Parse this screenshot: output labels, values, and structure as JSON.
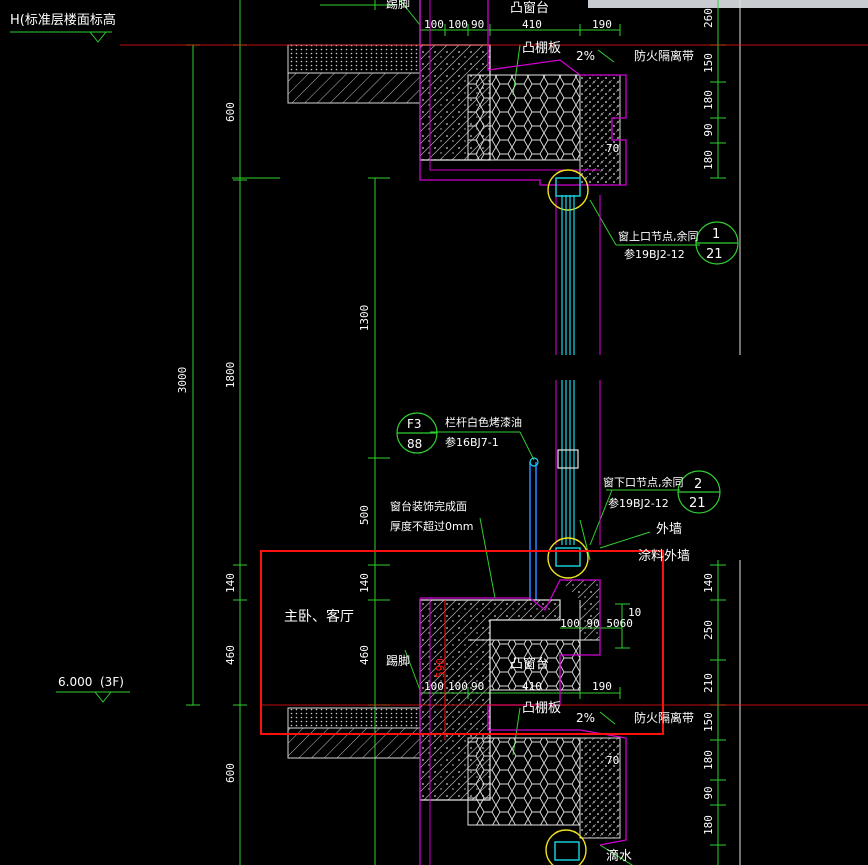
{
  "colors": {
    "bg": "#000000",
    "dim_green": "#2fd02f",
    "wall_white": "#e6e6e6",
    "magenta": "#d000d0",
    "cyan": "#18d8e8",
    "red": "#ff1010",
    "yellow": "#f0e020",
    "label_white": "#ffffff"
  },
  "level_labels": {
    "std_floor": "H(标准层楼面标高",
    "floor_3f_elev": "6.000",
    "floor_3f_tag": "(3F)"
  },
  "dims": {
    "total": "3000",
    "left_600_top": "600",
    "left_1800": "1800",
    "left_140": "140",
    "left_460": "460",
    "left_600_bot": "600",
    "mid_1300": "1300",
    "mid_500": "500",
    "mid_140": "140",
    "mid_460": "460",
    "right": [
      "260",
      "150",
      "180",
      "90",
      "180",
      "140",
      "250",
      "210",
      "150",
      "180",
      "90",
      "180"
    ],
    "top_410": "410",
    "top_190": "190",
    "top_100a": "100",
    "top_100b": "100",
    "top_90": "90",
    "top_70": "70",
    "bot_410": "410",
    "bot_190": "190",
    "bot_100a": "100",
    "bot_100b": "100",
    "bot_90": "90",
    "bot_70": "70",
    "sill_row": "100 90 5060",
    "sill_10": "10",
    "red_590": "590"
  },
  "annotations": {
    "tufentai_top": "凸窗台",
    "tuwding_top": "凸棚板",
    "slope_top": "2%",
    "fire_top": "防火隔离带",
    "jiao_top": "踢脚",
    "window_top_note": "窗上口节点,余同",
    "window_top_ref": "参19BJ2-12",
    "circle1_num": "1",
    "circle1_sheet": "21",
    "railing_note": "栏杆白色烤漆油",
    "railing_ref": "参16BJ7-1",
    "circle_f_num": "F3",
    "circle_f_sheet": "88",
    "window_bot_note": "窗下口节点,余同",
    "window_bot_ref": "参19BJ2-12",
    "circle2_num": "2",
    "circle2_sheet": "21",
    "outer_wall": "外墙",
    "paint_wall": "涂料外墙",
    "sill_note_1": "窗台装饰完成面",
    "sill_note_2": "厚度不超过0mm",
    "room": "主卧、客厅",
    "jiao_bot": "踢脚",
    "tufentai_bot": "凸窗台",
    "tuwding_bot": "凸棚板",
    "slope_bot": "2%",
    "fire_bot": "防火隔离带",
    "drip": "滴水"
  }
}
